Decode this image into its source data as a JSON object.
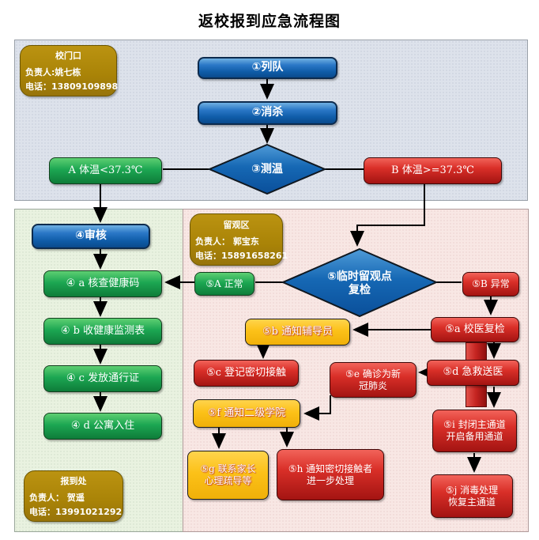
{
  "title": "返校报到应急流程图",
  "colors": {
    "node_blue": "#1668b4",
    "node_green": "#18a24b",
    "node_red": "#cf2420",
    "node_yellow": "#fcc118",
    "info_gold": "#a98307",
    "section_top_bg": "#dde2eb",
    "section_left_bg": "#e9f2e0",
    "section_right_bg": "#f8e7e4",
    "connector": "#000000"
  },
  "info_boxes": {
    "gate": {
      "title": "校门口",
      "person": "负责人:姚七栋",
      "phone": "电话：13809109898"
    },
    "observe": {
      "title": "留观区",
      "person": "负责人： 郭宝东",
      "phone": "电话：15891658261"
    },
    "register": {
      "title": "报到处",
      "person": "负责人： 贺遥",
      "phone": "电话：13991021292"
    }
  },
  "nodes": {
    "queue": {
      "label": "①列队"
    },
    "disinfect": {
      "label": "②消杀"
    },
    "temp_check": {
      "label": "③测温"
    },
    "temp_normal": {
      "label": "A 体温<37.3℃"
    },
    "temp_high": {
      "label": "B 体温>=37.3℃"
    },
    "review": {
      "label": "④审核"
    },
    "check_health_code": {
      "label": "④ a 核查健康码"
    },
    "collect_forms": {
      "label": "④ b 收健康监测表"
    },
    "issue_pass": {
      "label": "④ c 发放通行证"
    },
    "dorm_checkin": {
      "label": "④ d 公寓入住"
    },
    "recheck": {
      "lines": [
        "⑤临时留观点",
        "复检"
      ]
    },
    "recheck_normal": {
      "label": "⑤A 正常"
    },
    "recheck_abnormal": {
      "label": "⑤B 异常"
    },
    "notify_counselor": {
      "label": "⑤b 通知辅导员"
    },
    "doctor_recheck": {
      "label": "⑤a 校医复检"
    },
    "register_contacts": {
      "label": "⑤c 登记密切接触"
    },
    "confirmed_covid": {
      "lines": [
        "⑤e 确诊为新",
        "冠肺炎"
      ]
    },
    "emergency_hospital": {
      "label": "⑤d 急救送医"
    },
    "notify_college": {
      "label": "⑤f 通知二级学院"
    },
    "contact_parents": {
      "lines": [
        "⑤g 联系家长",
        "心理疏导等"
      ]
    },
    "notify_contacts": {
      "lines": [
        "⑤h 通知密切接触者",
        "进一步处理"
      ]
    },
    "close_main_channel": {
      "lines": [
        "⑤i 封闭主通道",
        "开启备用通道"
      ]
    },
    "disinfect_restore": {
      "lines": [
        "⑤j 消毒处理",
        "恢复主通道"
      ]
    }
  }
}
